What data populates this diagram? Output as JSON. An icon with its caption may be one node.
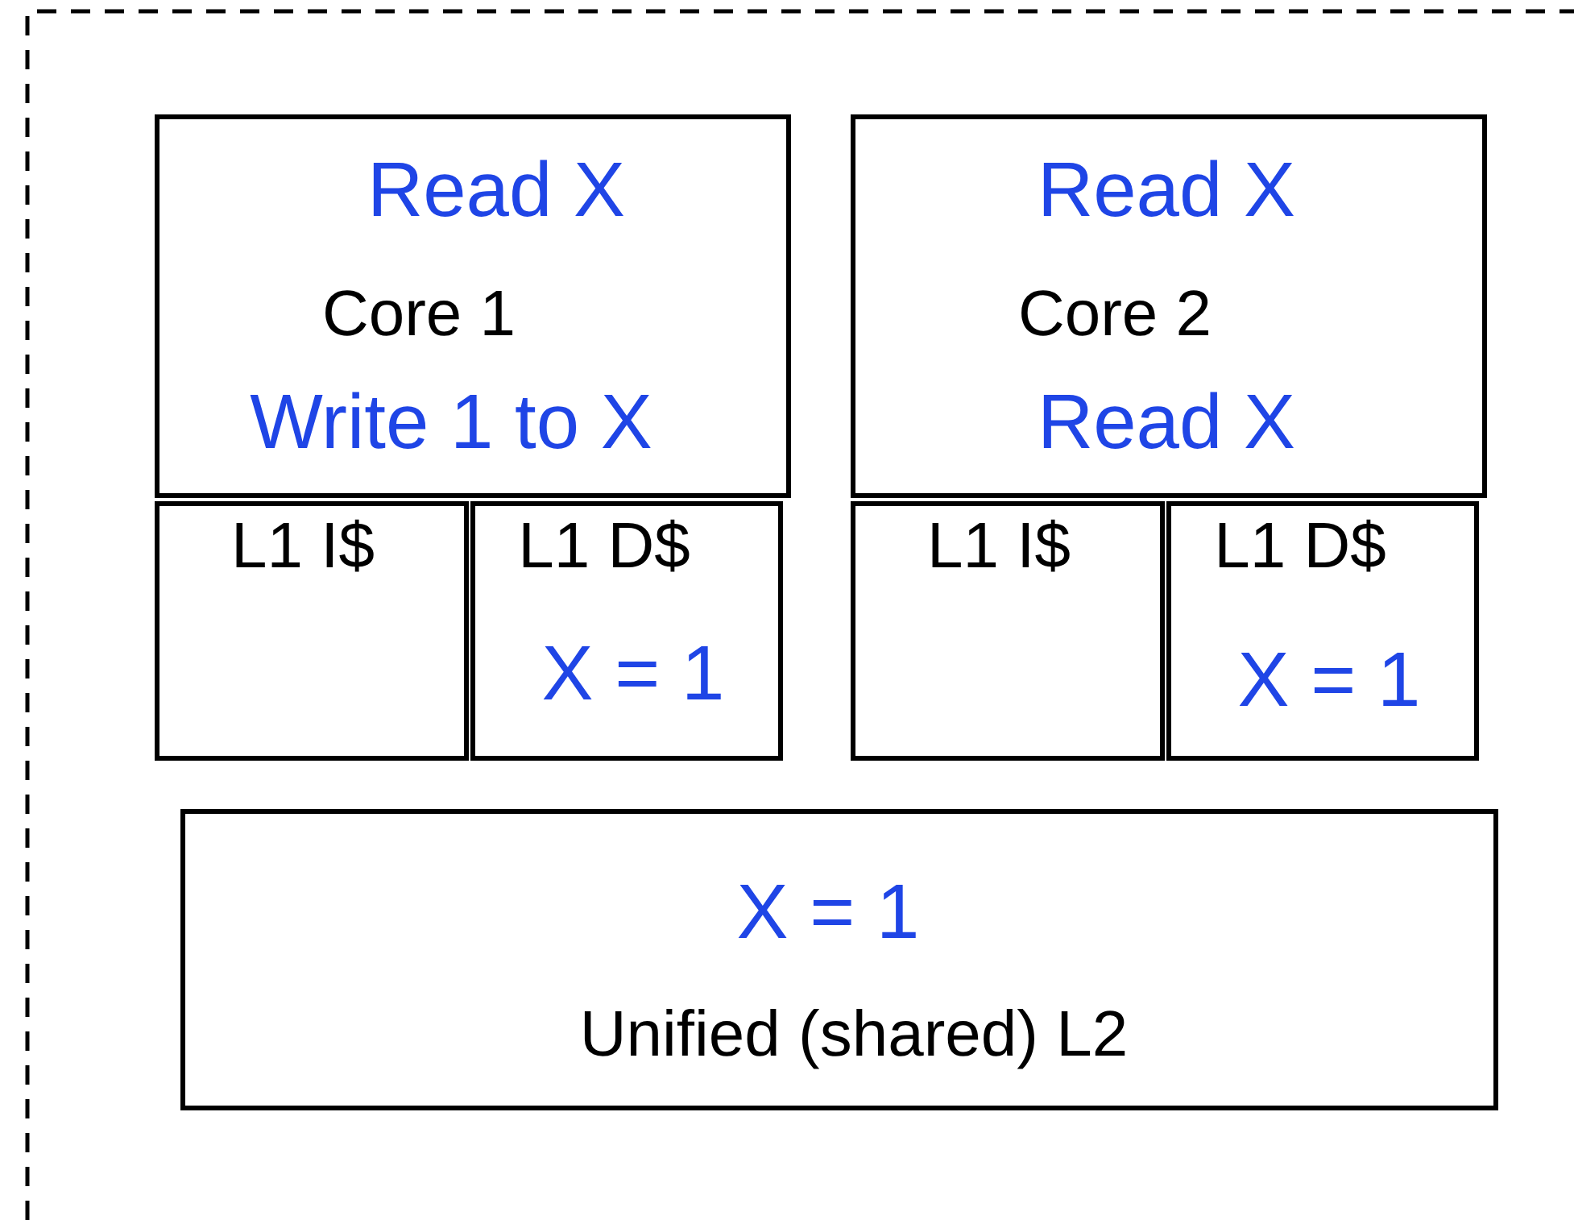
{
  "diagram": {
    "nodes": [
      {
        "text": [
          "Read X",
          "Core 1",
          "Write 1 to X"
        ]
      },
      {
        "text": [
          "Read X",
          "Core 2",
          "Read X"
        ]
      },
      {
        "text": [
          "L1 I$"
        ]
      },
      {
        "text": [
          "L1 D$",
          "X = 1"
        ]
      },
      {
        "text": [
          "L1 I$"
        ]
      },
      {
        "text": [
          "L1 D$",
          "X = 1"
        ]
      },
      {
        "text": [
          "X = 1",
          "Unified (shared) L2"
        ]
      }
    ]
  }
}
